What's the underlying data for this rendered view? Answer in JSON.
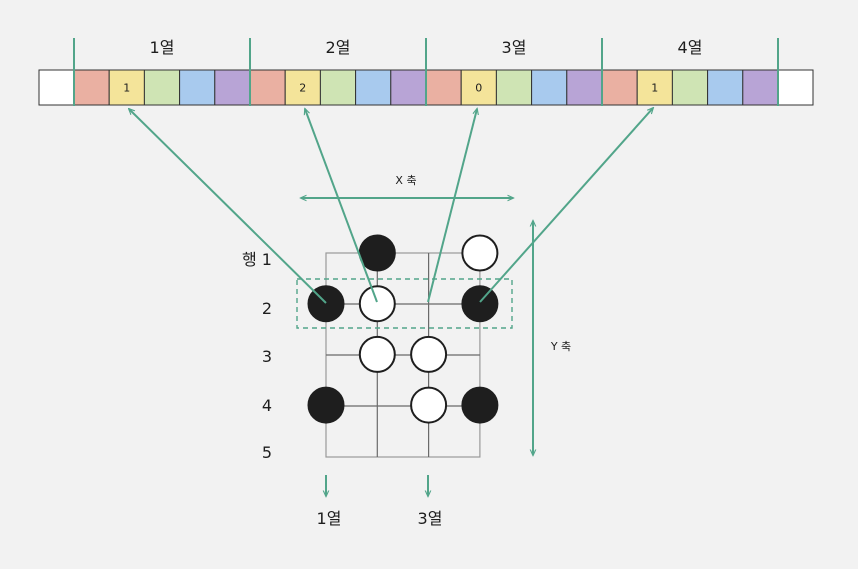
{
  "top_array": {
    "column_headers": [
      "1열",
      "2열",
      "3열",
      "4열"
    ],
    "cell_colors": [
      "#eab0a2",
      "#f4e49a",
      "#cfe4b4",
      "#a8caee",
      "#b8a4d6"
    ],
    "cell_values": [
      "1",
      "2",
      "0",
      "1"
    ]
  },
  "axes": {
    "x_label": "X 축",
    "y_label": "Y 축"
  },
  "board": {
    "row_labels": [
      "행 1",
      "2",
      "3",
      "4",
      "5"
    ],
    "bottom_labels": [
      "1열",
      "3열"
    ],
    "stones": [
      {
        "row": 1,
        "col": 2,
        "color": "black"
      },
      {
        "row": 1,
        "col": 4,
        "color": "white"
      },
      {
        "row": 2,
        "col": 1,
        "color": "black"
      },
      {
        "row": 2,
        "col": 2,
        "color": "white"
      },
      {
        "row": 2,
        "col": 4,
        "color": "black"
      },
      {
        "row": 3,
        "col": 2,
        "color": "white"
      },
      {
        "row": 3,
        "col": 3,
        "color": "white"
      },
      {
        "row": 4,
        "col": 1,
        "color": "black"
      },
      {
        "row": 4,
        "col": 3,
        "color": "white"
      },
      {
        "row": 4,
        "col": 4,
        "color": "black"
      }
    ]
  },
  "arrow_color": "#52a58a"
}
